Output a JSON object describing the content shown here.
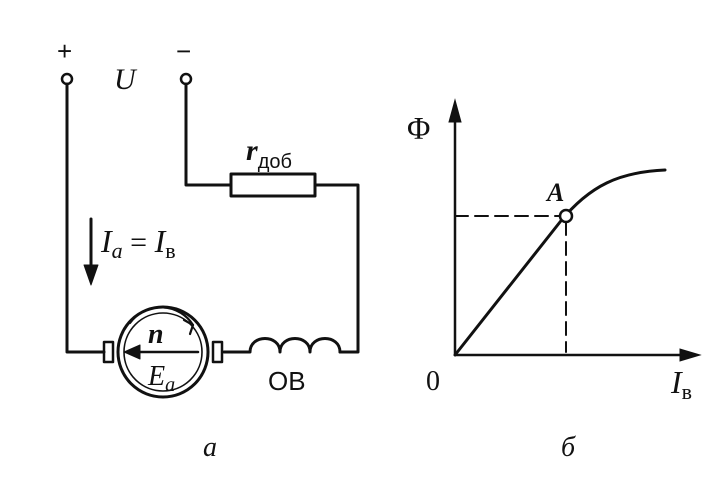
{
  "colors": {
    "ink": "#111111",
    "background": "#ffffff"
  },
  "circuit": {
    "plus": "+",
    "minus": "−",
    "voltage": "U",
    "resistor_main": "r",
    "resistor_sub": "доб",
    "current_lhs_main": "I",
    "current_lhs_sub": "a",
    "current_eq": " = ",
    "current_rhs_main": "I",
    "current_rhs_sub": "в",
    "speed": "n",
    "emf_main": "E",
    "emf_sub": "a",
    "winding": "ОВ",
    "caption": "а"
  },
  "graph": {
    "ylabel": "Φ",
    "xlabel_main": "I",
    "xlabel_sub": "в",
    "origin": "0",
    "point": "A",
    "caption": "б"
  }
}
